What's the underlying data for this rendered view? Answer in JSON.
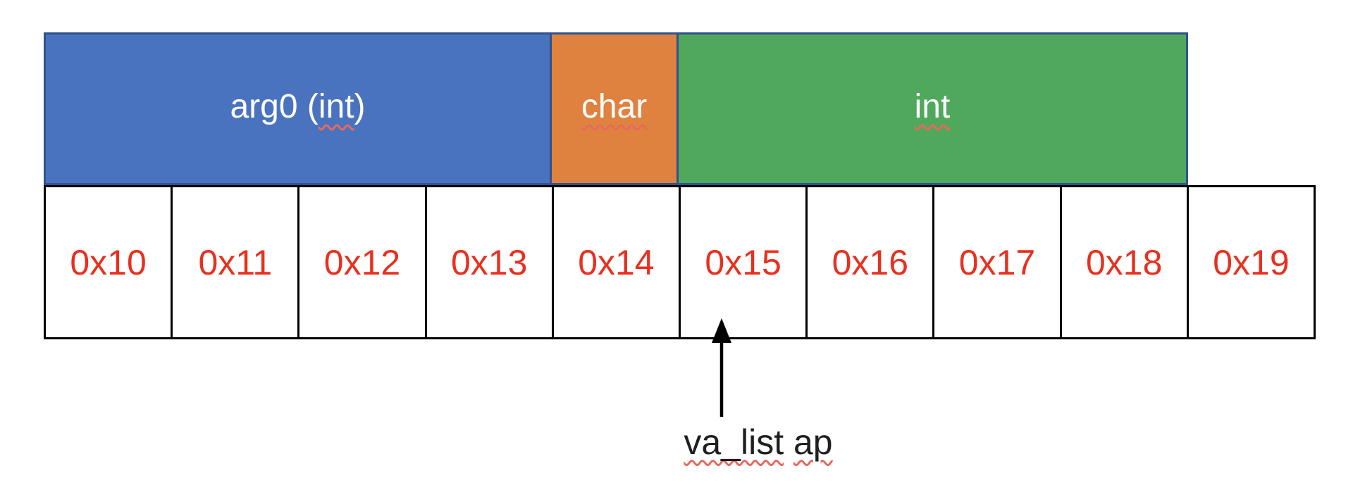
{
  "colors": {
    "block-blue": "#4A73BF",
    "block-orange": "#E0823F",
    "block-green": "#50A85C",
    "block-border": "#2F528F",
    "cell-border": "#000000",
    "cell-text-red": "#E8301F",
    "squiggle-red": "#E56A5C",
    "annotation-text": "#1F1F1F"
  },
  "blocks": {
    "arg0": {
      "prefix": "arg0 (",
      "word": "int",
      "suffix": ")"
    },
    "char": {
      "word": "char"
    },
    "int": {
      "word": "int"
    }
  },
  "cells": [
    "0x10",
    "0x11",
    "0x12",
    "0x13",
    "0x14",
    "0x15",
    "0x16",
    "0x17",
    "0x18",
    "0x19"
  ],
  "annotation": {
    "word1": "va_list",
    "separator": " ",
    "word2": "ap",
    "points_to_cell": "0x15"
  }
}
